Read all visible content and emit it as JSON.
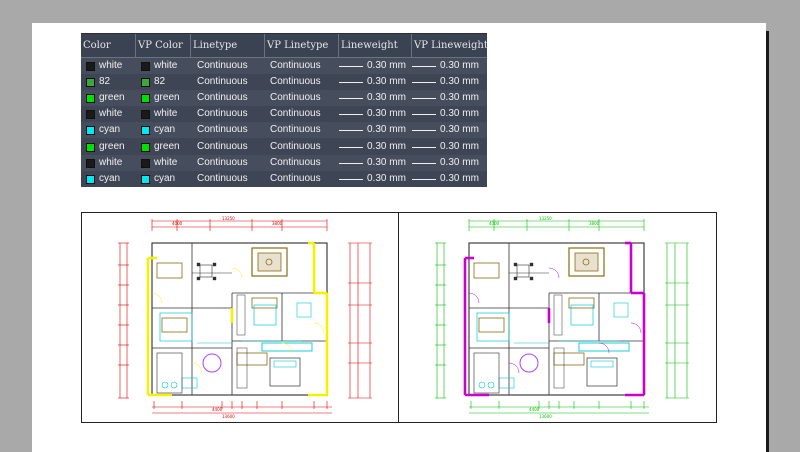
{
  "layer_table": {
    "columns": [
      "Color",
      "VP Color",
      "Linetype",
      "VP Linetype",
      "Lineweight",
      "VP Lineweight"
    ],
    "rows": [
      {
        "color": "white",
        "color_hex": "#1a1a1a",
        "vp_color": "white",
        "vp_color_hex": "#1a1a1a",
        "linetype": "Continuous",
        "vp_linetype": "Continuous",
        "lineweight": "0.30 mm",
        "vp_lineweight": "0.30 mm"
      },
      {
        "color": "82",
        "color_hex": "#3aa83a",
        "vp_color": "82",
        "vp_color_hex": "#3aa83a",
        "linetype": "Continuous",
        "vp_linetype": "Continuous",
        "lineweight": "0.30 mm",
        "vp_lineweight": "0.30 mm"
      },
      {
        "color": "green",
        "color_hex": "#00e000",
        "vp_color": "green",
        "vp_color_hex": "#00e000",
        "linetype": "Continuous",
        "vp_linetype": "Continuous",
        "lineweight": "0.30 mm",
        "vp_lineweight": "0.30 mm"
      },
      {
        "color": "white",
        "color_hex": "#1a1a1a",
        "vp_color": "white",
        "vp_color_hex": "#1a1a1a",
        "linetype": "Continuous",
        "vp_linetype": "Continuous",
        "lineweight": "0.30 mm",
        "vp_lineweight": "0.30 mm"
      },
      {
        "color": "cyan",
        "color_hex": "#00e8f0",
        "vp_color": "cyan",
        "vp_color_hex": "#00e8f0",
        "linetype": "Continuous",
        "vp_linetype": "Continuous",
        "lineweight": "0.30 mm",
        "vp_lineweight": "0.30 mm"
      },
      {
        "color": "green",
        "color_hex": "#00e000",
        "vp_color": "green",
        "vp_color_hex": "#00e000",
        "linetype": "Continuous",
        "vp_linetype": "Continuous",
        "lineweight": "0.30 mm",
        "vp_lineweight": "0.30 mm"
      },
      {
        "color": "white",
        "color_hex": "#1a1a1a",
        "vp_color": "white",
        "vp_color_hex": "#1a1a1a",
        "linetype": "Continuous",
        "vp_linetype": "Continuous",
        "lineweight": "0.30 mm",
        "vp_lineweight": "0.30 mm"
      },
      {
        "color": "cyan",
        "color_hex": "#00e8f0",
        "vp_color": "cyan",
        "vp_color_hex": "#00e8f0",
        "linetype": "Continuous",
        "vp_linetype": "Continuous",
        "lineweight": "0.30 mm",
        "vp_lineweight": "0.30 mm"
      }
    ]
  },
  "viewports": {
    "left": {
      "wall_color": "#f2f200",
      "dim_color": "#e00000",
      "room_color": "#303030"
    },
    "right": {
      "wall_color": "#cc00cc",
      "dim_color": "#00c000",
      "room_color": "#303030"
    }
  },
  "colors": {
    "background": "#a9a9a9",
    "paper": "#ffffff",
    "table_bg": "#3e4656",
    "furniture": "#00c8d8",
    "wood": "#8b6a10"
  }
}
